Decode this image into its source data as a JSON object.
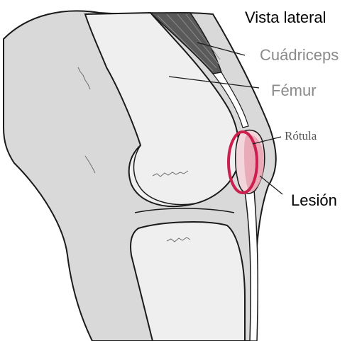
{
  "diagram": {
    "title": "Vista lateral",
    "labels": {
      "quadriceps": "Cuádriceps",
      "femur": "Fémur",
      "rotula": "Rótula",
      "lesion": "Lesión"
    },
    "colors": {
      "outline": "#1a1a1a",
      "skin": "#d9d9d9",
      "bone": "#efefef",
      "muscle": "#5a5a5a",
      "injury_fill": "#e8a3b0",
      "injury_ring": "#cc1f4e",
      "label_gray": "#8a8a8a"
    }
  }
}
